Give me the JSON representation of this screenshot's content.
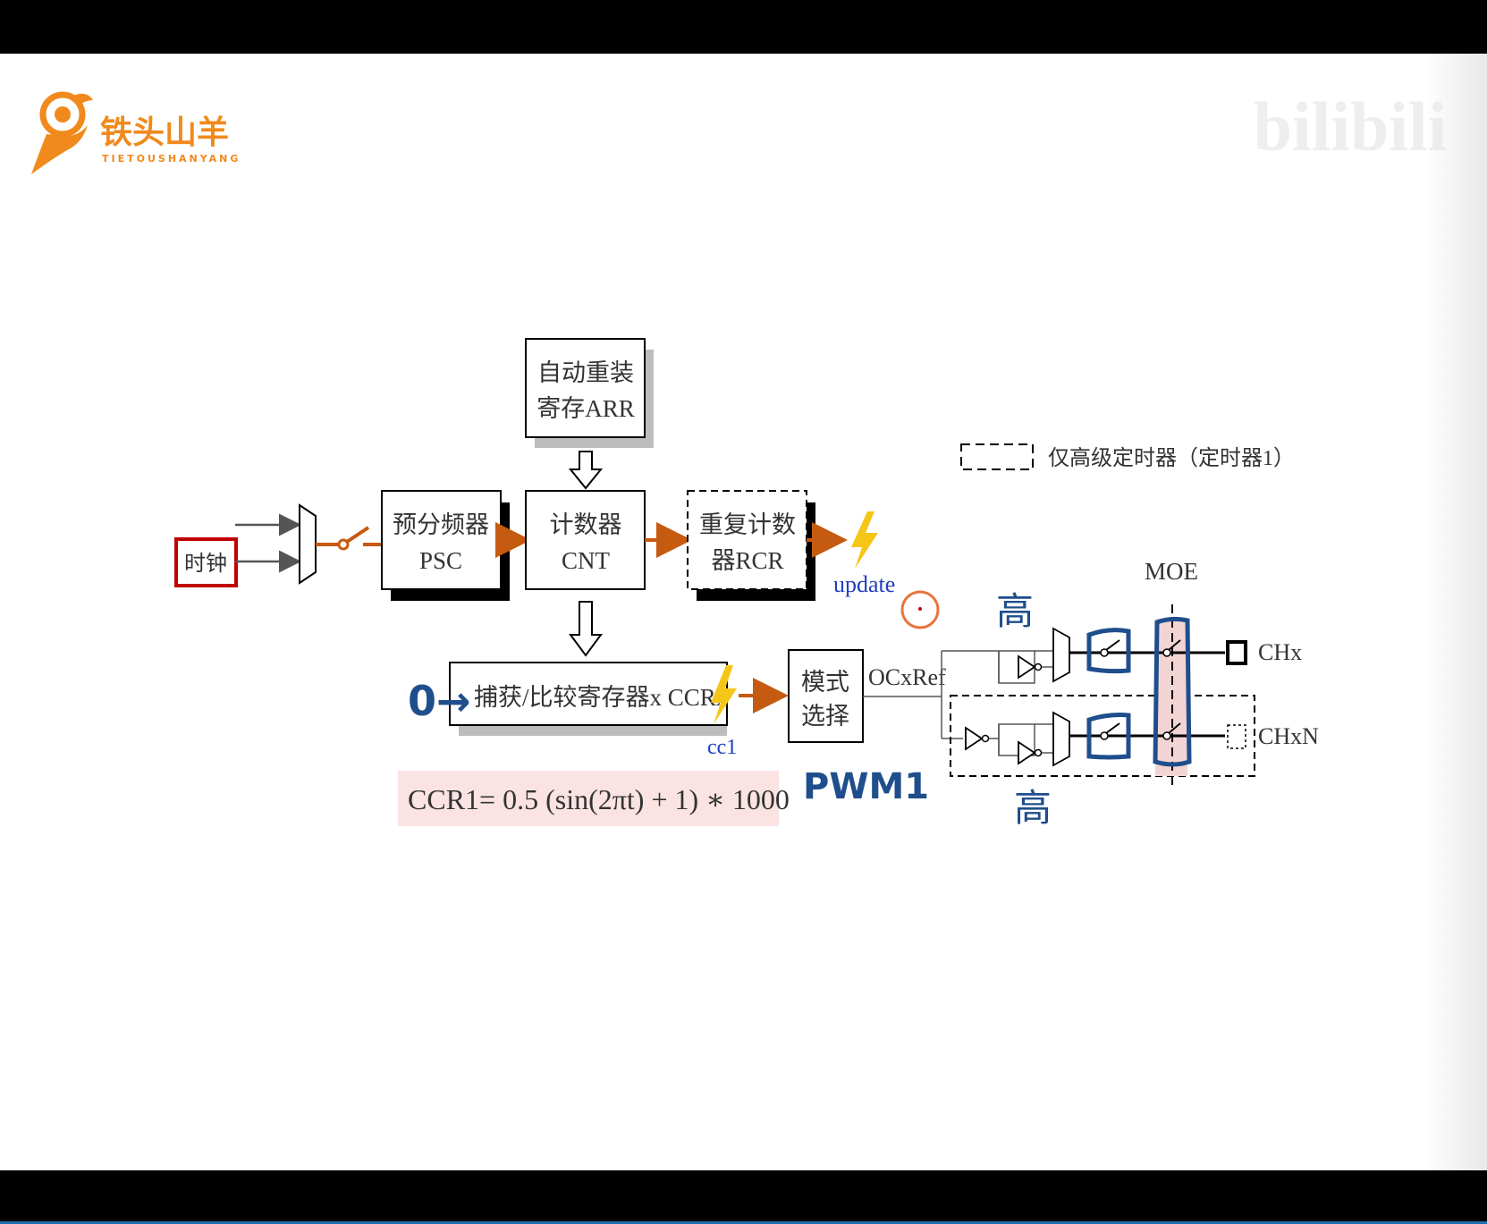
{
  "logo": {
    "name": "铁头山羊",
    "subtitle": "TIETOUSHANYANG"
  },
  "watermark": {
    "text": "bilibili"
  },
  "legend": {
    "label": "仅高级定时器（定时器1）"
  },
  "blocks": {
    "clock": "时钟",
    "psc_line1": "预分频器",
    "psc_line2": "PSC",
    "arr_line1": "自动重装",
    "arr_line2": "寄存ARR",
    "cnt_line1": "计数器",
    "cnt_line2": "CNT",
    "rcr_line1": "重复计数",
    "rcr_line2": "器RCR",
    "ccr": "捕获/比较寄存器x  CCRx",
    "mode_line1": "模式",
    "mode_line2": "选择"
  },
  "labels": {
    "update": "update",
    "cc1": "cc1",
    "ocxref": "OCxRef",
    "moe": "MOE",
    "chx": "CHx",
    "chxn": "CHxN"
  },
  "annotations": {
    "zero_arrow": "0→",
    "high_top": "高",
    "high_bottom": "高",
    "pwm": "PWM1"
  },
  "formula": {
    "text": "CCR1= 0.5 (sin(2πt) + 1) ∗ 1000"
  },
  "colors": {
    "orange": "#c55a11",
    "handwriting": "#1f4e8c",
    "highlight_red": "#e6b8b8",
    "formula_bg": "#fbe3e3",
    "clock_border": "#c00000",
    "bolt": "#f5c518",
    "blue_text": "#1f3fbf"
  }
}
